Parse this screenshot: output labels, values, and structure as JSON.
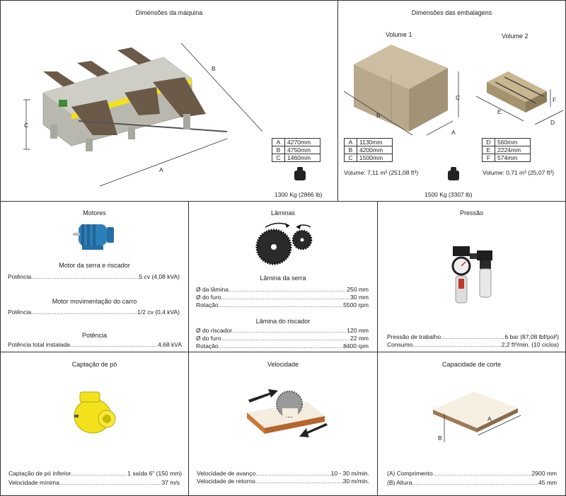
{
  "machine": {
    "title": "Dimensões da máquina",
    "dims": [
      {
        "key": "A",
        "value": "4270mm"
      },
      {
        "key": "B",
        "value": "4750mm"
      },
      {
        "key": "C",
        "value": "1460mm"
      }
    ],
    "weight": "1300 Kg (2866 lb)",
    "labels": {
      "a": "A",
      "b": "B",
      "c": "C"
    }
  },
  "packaging": {
    "title": "Dimensões das embalagens",
    "volume1": {
      "title": "Volume 1",
      "dims": [
        {
          "key": "A",
          "value": "1130mm"
        },
        {
          "key": "B",
          "value": "4200mm"
        },
        {
          "key": "C",
          "value": "1500mm"
        }
      ],
      "volume": "Volume: 7,11 m³ (251,08 ft³)",
      "labels": {
        "a": "A",
        "b": "B",
        "c": "C"
      }
    },
    "volume2": {
      "title": "Volume 2",
      "dims": [
        {
          "key": "D",
          "value": "560mm"
        },
        {
          "key": "E",
          "value": "2224mm"
        },
        {
          "key": "F",
          "value": "574mm"
        }
      ],
      "volume": "Volume: 0,71 m³ (25,07 ft³)",
      "labels": {
        "d": "D",
        "e": "E",
        "f": "F"
      }
    },
    "weight": "1500 Kg (3307 lb)"
  },
  "motors": {
    "title": "Motores",
    "sections": [
      {
        "heading": "Motor da serra e riscador",
        "rows": [
          {
            "label": "Potência",
            "value": "5 cv (4,08 kVA)"
          }
        ]
      },
      {
        "heading": "Motor movimentação do carro",
        "rows": [
          {
            "label": "Potência",
            "value": "1/2 cv (0,4 kVA)"
          }
        ]
      },
      {
        "heading": "Potência",
        "rows": [
          {
            "label": "Potência total instalada",
            "value": "4,68 kVA"
          }
        ]
      }
    ]
  },
  "blades": {
    "title": "Lâminas",
    "sections": [
      {
        "heading": "Lâmina da serra",
        "rows": [
          {
            "label": "Ø da lâmina",
            "value": "250 mm"
          },
          {
            "label": "Ø do furo",
            "value": "30 mm"
          },
          {
            "label": "Rotação",
            "value": "5500 rpm"
          }
        ]
      },
      {
        "heading": "Lâmina do riscador",
        "rows": [
          {
            "label": "Ø do riscador",
            "value": "120 mm"
          },
          {
            "label": "Ø do furo",
            "value": "22 mm"
          },
          {
            "label": "Rotação",
            "value": "8400 rpm"
          }
        ]
      }
    ]
  },
  "pressure": {
    "title": "Pressão",
    "rows": [
      {
        "label": "Pressão de trabalho",
        "value": "6 bar (87,08 lbf/pol²)"
      },
      {
        "label": "Consumo",
        "value": "2,2 ft³/min. (10 ciclos)"
      }
    ]
  },
  "dust": {
    "title": "Captação de pó",
    "rows": [
      {
        "label": "Captação de pó inferior",
        "value": "1 saída 6\" (150 mm)"
      },
      {
        "label": "Velocidade mínima",
        "value": "37 m/s"
      }
    ]
  },
  "speed": {
    "title": "Velocidade",
    "rows": [
      {
        "label": "Velocidade de avanço",
        "value": "10 - 30 m/min."
      },
      {
        "label": "Velocidade de retorno",
        "value": "30 m/min."
      }
    ]
  },
  "cut": {
    "title": "Capacidade de corte",
    "labels": {
      "a": "A",
      "b": "B"
    },
    "rows": [
      {
        "label": "(A) Comprimento",
        "value": "2900 mm"
      },
      {
        "label": "(B) Altura",
        "value": "45 mm"
      }
    ]
  },
  "colors": {
    "border": "#333333",
    "machine_grey": "#b9b8ae",
    "wood": "#6b5a48",
    "box": "#b8a98d",
    "yellow": "#f2e21a",
    "motor_blue": "#2c7fb8"
  }
}
